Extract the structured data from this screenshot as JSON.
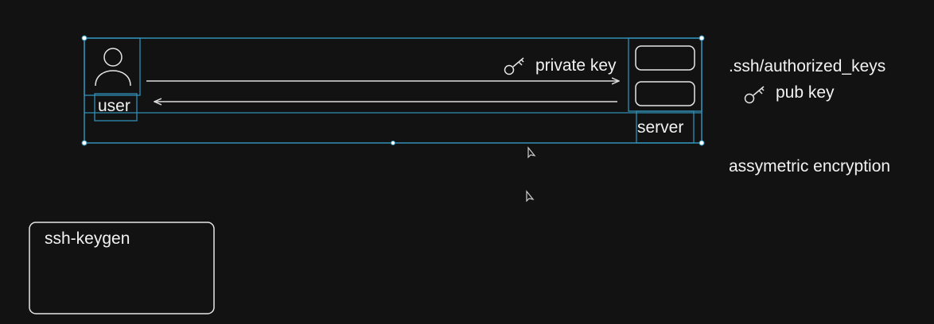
{
  "diagram": {
    "user_label": "user",
    "server_label": "server",
    "private_key_label": "private key",
    "authorized_keys_path": ".ssh/authorized_keys",
    "pub_key_label": "pub key",
    "encryption_note": "assymetric encryption",
    "keygen_label": "ssh-keygen"
  },
  "colors": {
    "background": "#121212",
    "stroke": "#e6e6e6",
    "selection": "#2f8fb4",
    "handle": "#ffffff"
  },
  "icons": [
    "user-icon",
    "key-icon",
    "cursor-icon"
  ]
}
